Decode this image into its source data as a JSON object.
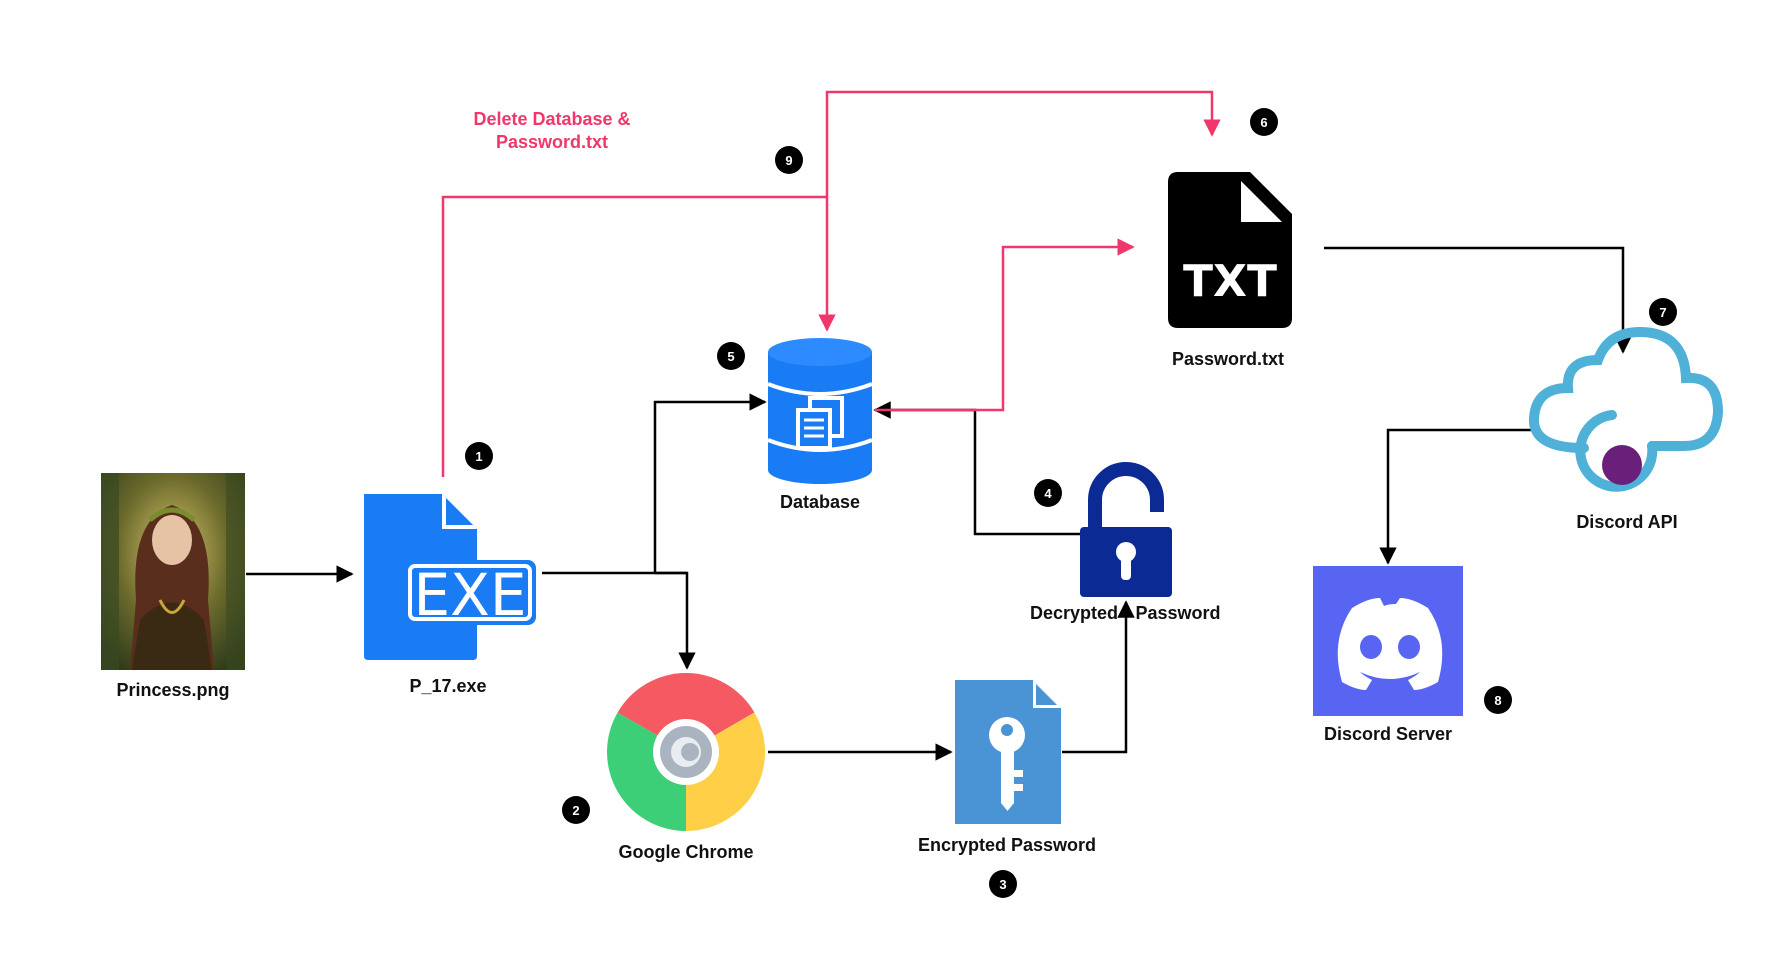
{
  "nodes": {
    "princess": {
      "label": "Princess.png",
      "icon": "portrait-image-icon"
    },
    "exe": {
      "label": "P_17.exe",
      "icon": "exe-file-icon",
      "glyph": "EXE",
      "color": "#1a7cf5"
    },
    "database": {
      "label": "Database",
      "icon": "database-icon",
      "color": "#1a7cf5"
    },
    "chrome": {
      "label": "Google Chrome",
      "icon": "chrome-icon"
    },
    "encrypted": {
      "label": "Encrypted Password",
      "icon": "key-file-icon",
      "color": "#4a94d6"
    },
    "decrypted": {
      "label_part1": "Decrypted",
      "label_part2": "Password",
      "icon": "unlocked-padlock-icon",
      "color": "#0b2a94"
    },
    "passwordtxt": {
      "label": "Password.txt",
      "icon": "txt-file-icon",
      "glyph": "TXT"
    },
    "discord_api": {
      "label": "Discord API",
      "icon": "cloud-api-icon",
      "color": "#4fb1d8",
      "accent": "#6a1f7a"
    },
    "discord_server": {
      "label": "Discord Server",
      "icon": "discord-logo-icon",
      "color": "#5865f2"
    }
  },
  "badges": [
    "1",
    "2",
    "3",
    "4",
    "5",
    "6",
    "7",
    "8",
    "9"
  ],
  "annotation": {
    "line1": "Delete Database &",
    "line2": "Password.txt",
    "color": "#f0376b"
  },
  "colors": {
    "arrow": "#000000",
    "delete_arrow": "#f0376b"
  }
}
